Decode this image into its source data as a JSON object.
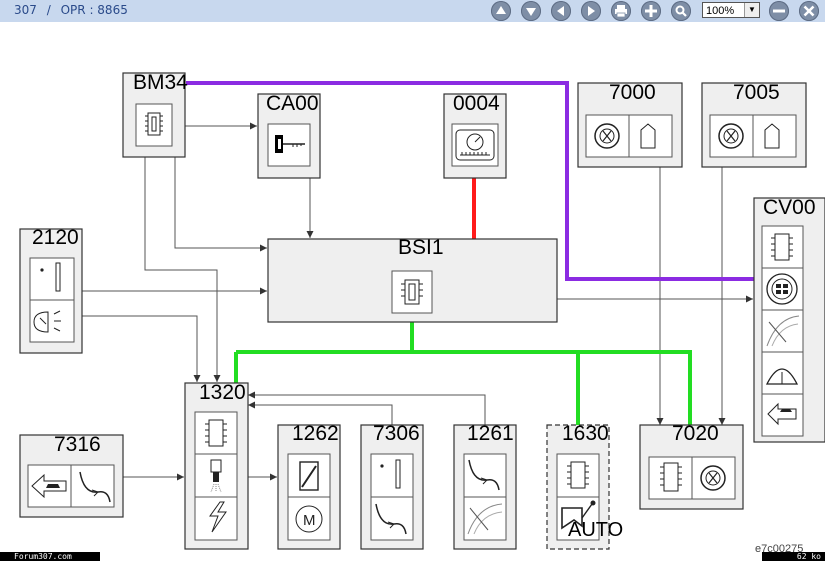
{
  "toolbar": {
    "breadcrumb_model": "307",
    "breadcrumb_sep": "/",
    "breadcrumb_opr": "OPR : 8865",
    "zoom_value": "100%",
    "icons": [
      "up-icon",
      "down-icon",
      "previous-icon",
      "next-icon",
      "print-icon",
      "add-icon",
      "search-icon",
      "zoom-out-icon",
      "close-icon"
    ]
  },
  "diagram": {
    "modules": {
      "bm34": "BM34",
      "ca00": "CA00",
      "m0004": "0004",
      "m7000": "7000",
      "m7005": "7005",
      "cv00": "CV00",
      "m2120": "2120",
      "bsi1": "BSI1",
      "m1320": "1320",
      "m7316": "7316",
      "m1262": "1262",
      "m7306": "7306",
      "m1261": "1261",
      "m1630": "1630",
      "m7020": "7020"
    },
    "auto_label": "AUTO",
    "reference": "e7c00275",
    "colors": {
      "can_comfort": "#8b2be2",
      "can_body": "#ff1a1a",
      "can_inter": "#22dd22",
      "wire": "#555555",
      "box_fill": "#efefef"
    }
  },
  "footer": {
    "site": "Forum307.com",
    "size": "62 ko"
  }
}
